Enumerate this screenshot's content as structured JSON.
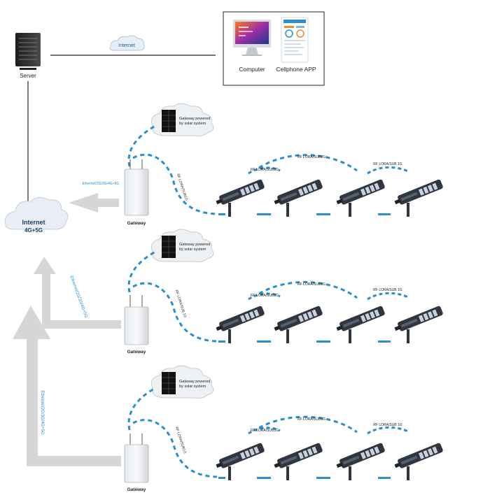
{
  "top": {
    "server_label": "Server",
    "internet_label": "Internet",
    "computer_label": "Computer",
    "app_label": "Cellphone APP"
  },
  "cloud": {
    "line1": "Internet",
    "line2": "4G+5G"
  },
  "rows": [
    {
      "solar_text_1": "Gateway powered",
      "solar_text_2": "by solar system",
      "gateway_label": "Gateway",
      "uplink_label": "Ethernet/2G/3G/4G+5G",
      "rf_vertical": "RF LORA/SUB1G",
      "rf_left": "RF LORA/SUB1G",
      "rf_top": "RF LORA/SUB1G",
      "rf_right": "RF LORA/SUB 1G"
    },
    {
      "solar_text_1": "Gateway powered",
      "solar_text_2": "by solar system",
      "gateway_label": "Gateway",
      "uplink_label": "Ethernet/2G/3G/4G+5G",
      "rf_vertical": "RF LORA/SUB 1G",
      "rf_left": "RF LORA/SUB1G",
      "rf_top": "RF LORA/SUB1G",
      "rf_right": "RF LORA/SUB 1G"
    },
    {
      "solar_text_1": "Gateway powered",
      "solar_text_2": "by solar system",
      "gateway_label": "Gateway",
      "uplink_label": "Ethernet/2G/3G/4G+5G",
      "rf_vertical": "RF LORA/SUB1G",
      "rf_left": "RF LORA/SUB1G",
      "rf_top": "RF LORA/SUB1G",
      "rf_right": "RF LORA/SUB 1G"
    }
  ],
  "colors": {
    "dash_blue": "#2b8fcb",
    "arrow_gray": "#d6d6d6",
    "lamp_dark": "#2f3640",
    "label_blue": "#2b8fcb"
  }
}
